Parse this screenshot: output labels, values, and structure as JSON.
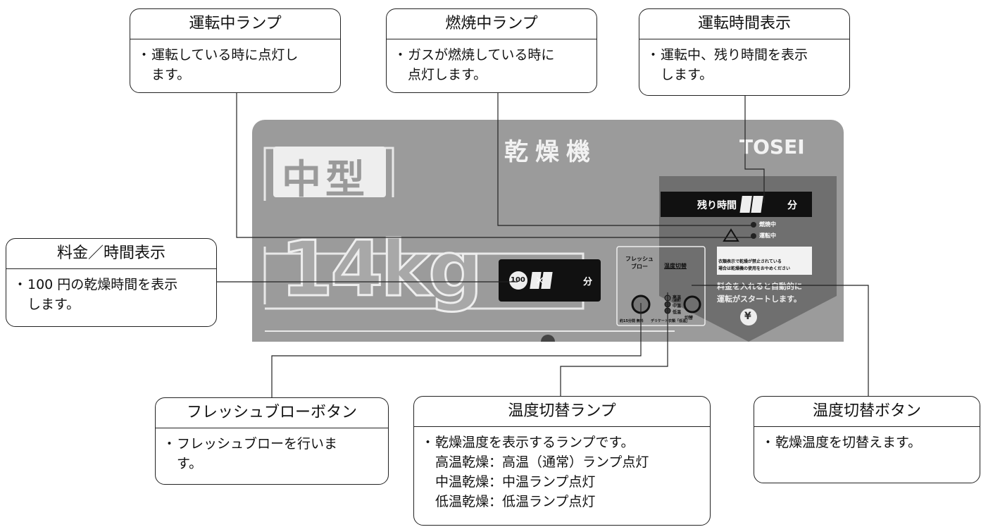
{
  "panel": {
    "size_label": "中型",
    "product_name": "乾燥機",
    "brand": "TOSEI",
    "capacity": "14kg",
    "remaining_label": "残り時間",
    "minute_unit": "分",
    "burning_lamp": "燃焼中",
    "running_lamp": "運転中",
    "coin_value": "100",
    "times_symbol": "×",
    "fresh_blow_label": "フレッシュ\nブロー",
    "temp_switch_label": "温度切替",
    "temp_high": "高温",
    "temp_high_sub": "(標準)",
    "temp_mid": "中温",
    "temp_low": "低温",
    "switch_label": "切替",
    "fresh_note": "約15分間 無料",
    "delicate_note": "デリケート衣類「低温」",
    "warning_line1": "衣類表示で乾燥が禁止されている",
    "warning_line2": "場合は乾燥機の使用をおやめください",
    "start_line1": "料金を入れると自動的に",
    "start_line2": "運転がスタートします。",
    "yen": "¥"
  },
  "callouts": {
    "running_lamp": {
      "title": "運転中ランプ",
      "bullet": "・",
      "lines": [
        "運転している時に点灯し",
        "ます。"
      ]
    },
    "burning_lamp": {
      "title": "燃焼中ランプ",
      "bullet": "・",
      "lines": [
        "ガスが燃焼している時に",
        "点灯します。"
      ]
    },
    "time_display": {
      "title": "運転時間表示",
      "bullet": "・",
      "lines": [
        "運転中、残り時間を表示",
        "します。"
      ]
    },
    "fee_display": {
      "title": "料金／時間表示",
      "bullet": "・",
      "lines": [
        "100 円の乾燥時間を表示",
        "します。"
      ]
    },
    "fresh_blow": {
      "title": "フレッシュブローボタン",
      "bullet": "・",
      "lines": [
        "フレッシュブローを行いま",
        "す。"
      ]
    },
    "temp_lamp": {
      "title": "温度切替ランプ",
      "bullet": "・",
      "lines": [
        "乾燥温度を表示するランプです。",
        "高温乾燥：高温（通常）ランプ点灯",
        "中温乾燥：中温ランプ点灯",
        "低温乾燥：低温ランプ点灯"
      ]
    },
    "temp_button": {
      "title": "温度切替ボタン",
      "bullet": "・",
      "lines": [
        "乾燥温度を切替えます。"
      ]
    }
  }
}
